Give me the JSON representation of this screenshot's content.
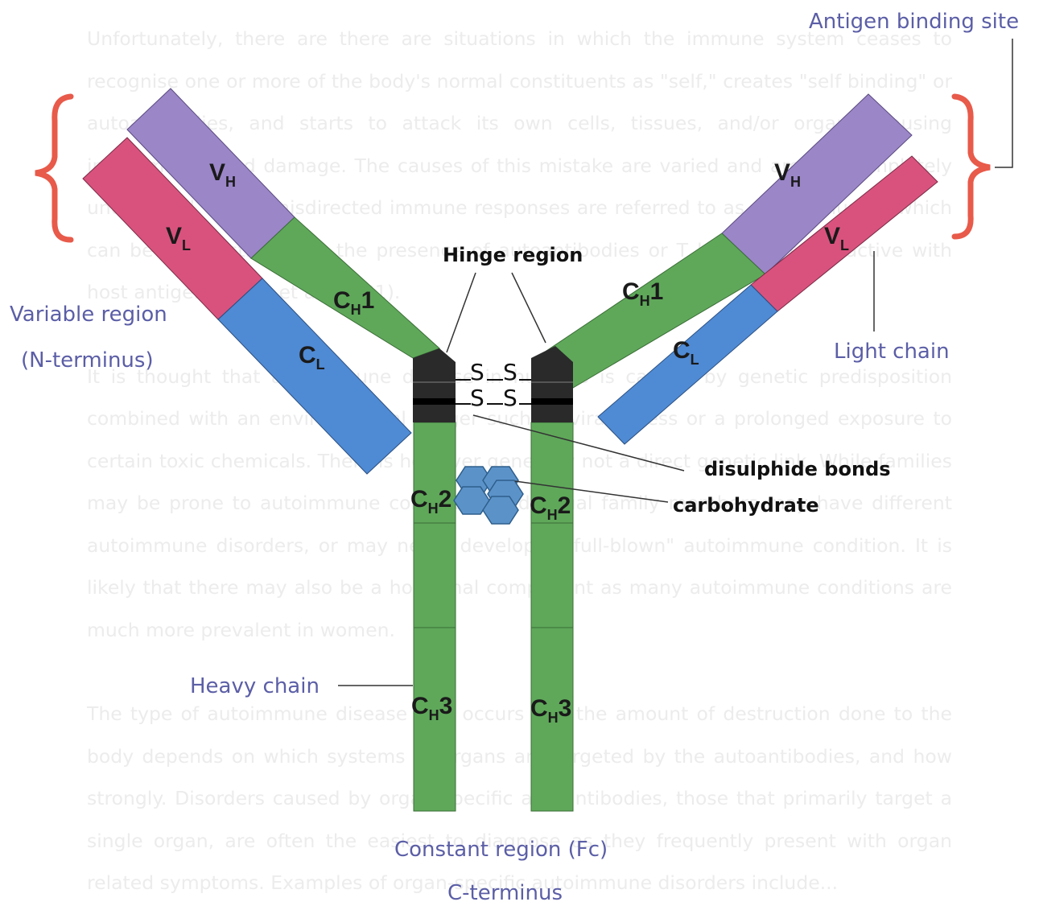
{
  "background_text": [
    "Unfortunately, there are there are situations in which the immune system ceases to recognise one or more of the body's normal constituents as \"self,\" creates \"self binding\" or autoantibodies, and starts to attack its own cells, tissues, and/or organs, causing inflammation and damage. The causes of this mistake are varied and are not completely understood. These misdirected immune responses are referred to as autoimmunity, which can be demonstrated by the presence of autoantibodies or T lymphocytes reactive with host antigens (Roitt et al., 2001).",
    "It is thought that autoimmune disease in humans is caused by genetic predisposition combined with an environmental trigger such as viral illness or a prolonged exposure to certain toxic chemicals. There is however generally not a direct genetic link. While families may be prone to autoimmune conditions, individual family members may have different autoimmune disorders, or may never develop a \"full-blown\" autoimmune condition. It is likely that there may also be a hormonal component as many autoimmune conditions are much more prevalent in women.",
    "The type of autoimmune disease that occurs and the amount of destruction done to the body depends on which systems or organs are targeted by the autoantibodies, and how strongly. Disorders caused by organ specific autoantibodies, those that primarily target a single organ, are often the easiest to diagnose as they frequently present with organ related symptoms. Examples of organ-specific autoimmune disorders include..."
  ],
  "labels": {
    "antigen_binding_site": "Antigen binding site",
    "variable_region": "Variable region",
    "n_terminus": "(N-terminus)",
    "hinge_region": "Hinge region",
    "light_chain": "Light chain",
    "disulphide_bonds": "disulphide bonds",
    "carbohydrate": "carbohydrate",
    "heavy_chain": "Heavy chain",
    "constant_region": "Constant region (Fc)",
    "c_terminus": "C-terminus"
  },
  "domains": {
    "vh": {
      "main": "V",
      "sub": "H"
    },
    "vl": {
      "main": "V",
      "sub": "L"
    },
    "ch1": {
      "main": "C",
      "sub": "H",
      "suffix": "1"
    },
    "cl": {
      "main": "C",
      "sub": "L"
    },
    "ch2": {
      "main": "C",
      "sub": "H",
      "suffix": "2"
    },
    "ch3": {
      "main": "C",
      "sub": "H",
      "suffix": "3"
    }
  },
  "bonds": {
    "s": "S"
  },
  "colors": {
    "variable_heavy": "#9b86c8",
    "variable_light": "#d9527e",
    "constant_heavy": "#5fa85a",
    "constant_light": "#4f8ad4",
    "hinge": "#2a2a2a",
    "carbohydrate": "#5b93c9",
    "bracket": "#e85a4a",
    "label_blue": "#5b5ea6"
  }
}
